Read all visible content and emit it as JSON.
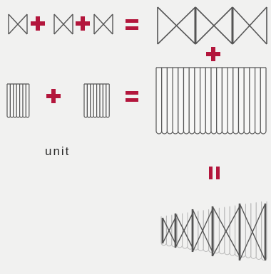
{
  "labels": {
    "unit": "unit"
  },
  "colors": {
    "operator": "#b3163c",
    "stroke": "#4a4a4a",
    "fill": "#f7f7f6"
  },
  "operators": {
    "plus": "plus-sign",
    "equals": "equals-sign"
  }
}
